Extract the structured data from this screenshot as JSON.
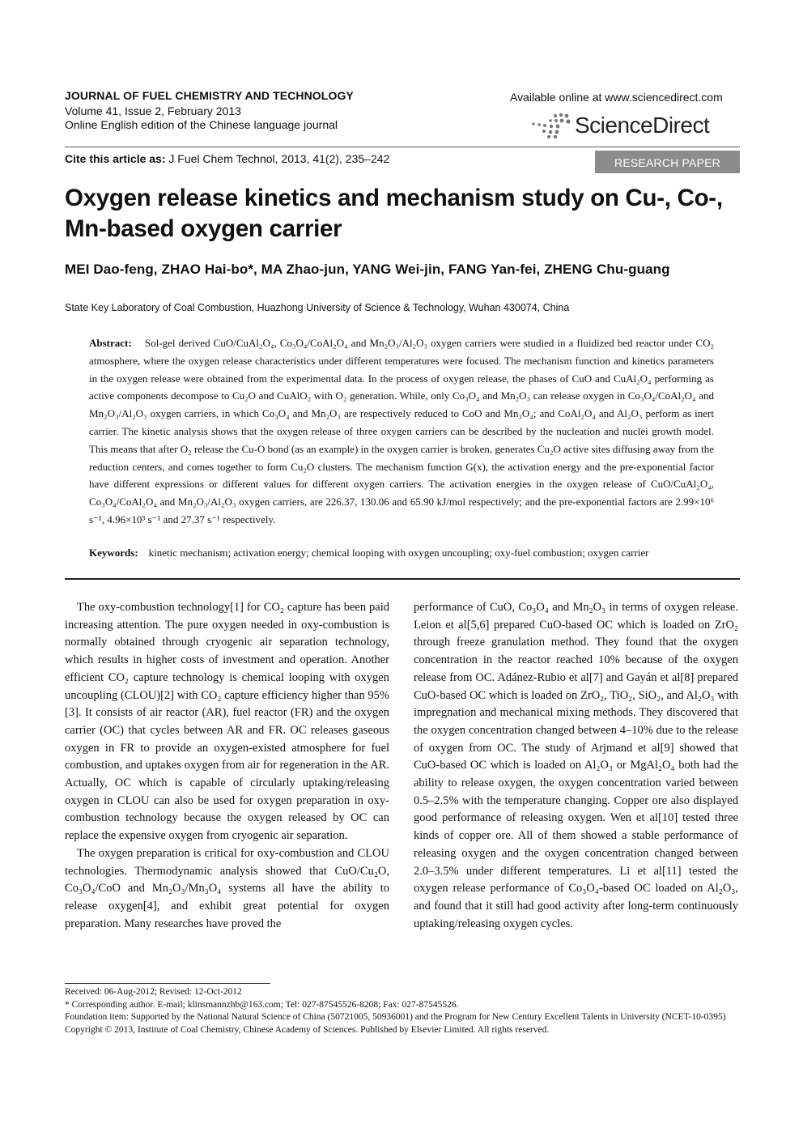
{
  "header": {
    "journal_name": "JOURNAL OF FUEL CHEMISTRY AND TECHNOLOGY",
    "volume": "Volume 41, Issue 2, February 2013",
    "edition": "Online English edition of the Chinese language journal",
    "available_online": "Available online at www.sciencedirect.com",
    "publisher_logo_text": "ScienceDirect",
    "cite_label": "Cite this article as:",
    "cite_text": " J Fuel Chem Technol, 2013, 41(2), 235–242",
    "badge": "RESEARCH PAPER"
  },
  "article": {
    "title": "Oxygen release kinetics and mechanism study on Cu-, Co-, Mn-based oxygen carrier",
    "authors": "MEI Dao-feng, ZHAO Hai-bo*, MA Zhao-jun, YANG Wei-jin, FANG Yan-fei, ZHENG Chu-guang",
    "affiliation": "State Key Laboratory of Coal Combustion, Huazhong University of Science & Technology, Wuhan 430074, China",
    "abstract_label": "Abstract:",
    "abstract_text": "Sol-gel derived CuO/CuAl₂O₄, Co₃O₄/CoAl₂O₄ and Mn₂O₃/Al₂O₃ oxygen carriers were studied in a fluidized bed reactor under CO₂ atmosphere, where the oxygen release characteristics under different temperatures were focused. The mechanism function and kinetics parameters in the oxygen release were obtained from the experimental data. In the process of oxygen release, the phases of CuO and CuAl₂O₄ performing as active components decompose to Cu₂O and CuAlO₂ with O₂ generation. While, only Co₃O₄ and Mn₂O₃ can release oxygen in Co₃O₄/CoAl₂O₄ and Mn₂O₃/Al₂O₃ oxygen carriers, in which Co₃O₄ and Mn₂O₃ are respectively reduced to CoO and Mn₃O₄; and CoAl₂O₄ and Al₂O₃ perform as inert carrier. The kinetic analysis shows that the oxygen release of three oxygen carriers can be described by the nucleation and nuclei growth model. This means that after O₂ release the Cu-O bond (as an example) in the oxygen carrier is broken, generates Cu₂O active sites diffusing away from the reduction centers, and comes together to form Cu₂O clusters. The mechanism function G(x), the activation energy and the pre-exponential factor have different expressions or different values for different oxygen carriers. The activation energies in the oxygen release of CuO/CuAl₂O₄, Co₃O₄/CoAl₂O₄ and Mn₂O₃/Al₂O₃ oxygen carriers, are 226.37, 130.06 and 65.90 kJ/mol respectively; and the pre-exponential factors are 2.99×10⁶ s⁻¹, 4.96×10³ s⁻¹ and 27.37 s⁻¹ respectively.",
    "keywords_label": "Keywords:",
    "keywords_text": "kinetic mechanism; activation energy; chemical looping with oxygen uncoupling; oxy-fuel combustion; oxygen carrier"
  },
  "body": {
    "left_p1": "The oxy-combustion technology[1] for CO₂ capture has been paid increasing attention. The pure oxygen needed in oxy-combustion is normally obtained through cryogenic air separation technology, which results in higher costs of investment and operation. Another efficient CO₂ capture technology is chemical looping with oxygen uncoupling (CLOU)[2] with CO₂ capture efficiency higher than 95%[3]. It consists of air reactor (AR), fuel reactor (FR) and the oxygen carrier (OC) that cycles between AR and FR. OC releases gaseous oxygen in FR to provide an oxygen-existed atmosphere for fuel combustion, and uptakes oxygen from air for regeneration in the AR. Actually, OC which is capable of circularly uptaking/releasing oxygen in CLOU can also be used for oxygen preparation in oxy-combustion technology because the oxygen released by OC can replace the expensive oxygen from cryogenic air separation.",
    "left_p2": "The oxygen preparation is critical for oxy-combustion and CLOU technologies. Thermodynamic analysis showed that CuO/Cu₂O, Co₃O₄/CoO and Mn₂O₃/Mn₃O₄ systems all have the ability to release oxygen[4], and exhibit great potential for oxygen preparation. Many researches have proved the",
    "right_p1": "performance of CuO, Co₃O₄ and Mn₂O₃ in terms of oxygen release. Leion et al[5,6] prepared CuO-based OC which is loaded on ZrO₂ through freeze granulation method. They found that the oxygen concentration in the reactor reached 10% because of the oxygen release from OC. Adánez-Rubio et al[7] and Gayán et al[8] prepared CuO-based OC which is loaded on ZrO₂, TiO₂, SiO₂, and Al₂O₃ with impregnation and mechanical mixing methods. They discovered that the oxygen concentration changed between 4–10% due to the release of oxygen from OC. The study of Arjmand et al[9] showed that CuO-based OC which is loaded on Al₂O₃ or MgAl₂O₄ both had the ability to release oxygen, the oxygen concentration varied between 0.5–2.5% with the temperature changing. Copper ore also displayed good performance of releasing oxygen. Wen et al[10] tested three kinds of copper ore. All of them showed a stable performance of releasing oxygen and the oxygen concentration changed between 2.0–3.5% under different temperatures. Li et al[11] tested the oxygen release performance of Co₃O₄-based OC loaded on Al₂O₃, and found that it still had good activity after long-term continuously uptaking/releasing oxygen cycles."
  },
  "footnotes": {
    "received": "Received: 06-Aug-2012; Revised: 12-Oct-2012",
    "corresponding": "* Corresponding author. E-mail; klinsmannzhb@163.com; Tel: 027-87545526-8208; Fax: 027-87545526.",
    "foundation": "Foundation item: Supported by the National Natural Science of China (50721005, 50936001) and the Program for New Century Excellent Talents in University (NCET-10-0395)",
    "copyright": "Copyright © 2013, Institute of Coal Chemistry, Chinese Academy of Sciences. Published by Elsevier Limited. All rights reserved."
  }
}
